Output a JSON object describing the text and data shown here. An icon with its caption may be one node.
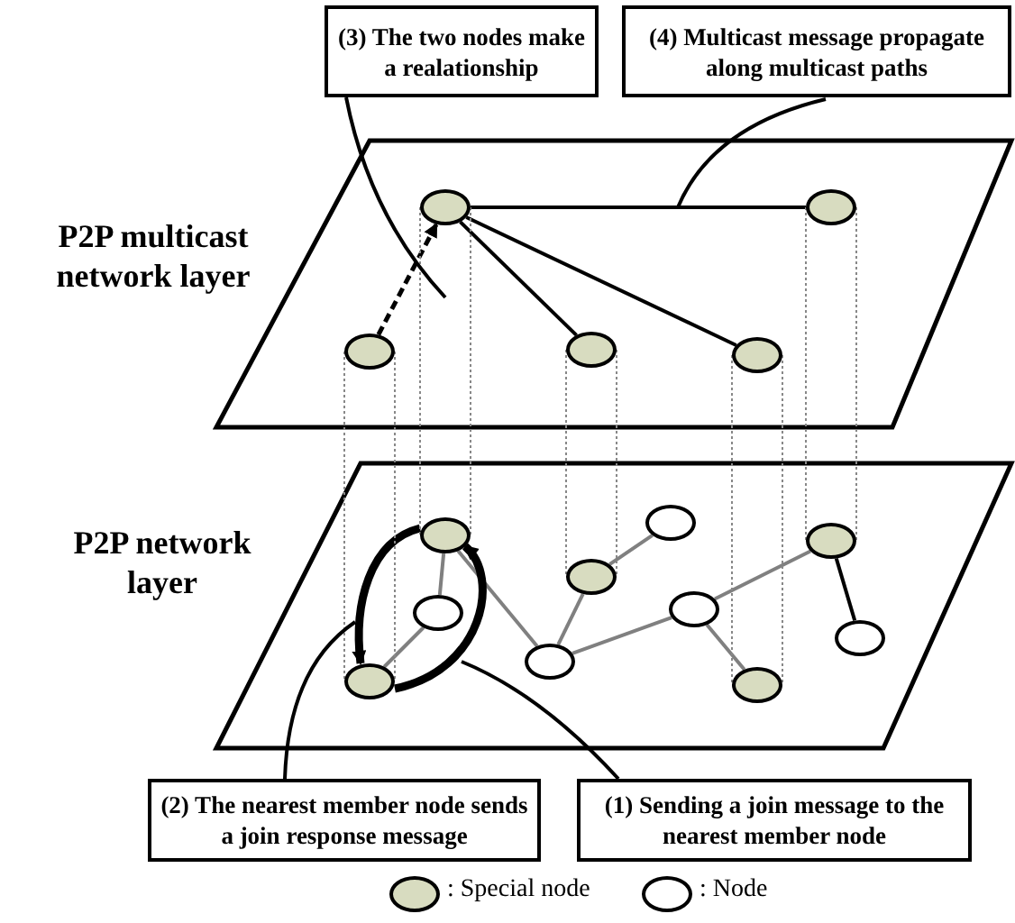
{
  "diagram": {
    "nodes": [
      {
        "text": [
          "(3) The two nodes make a realationship"
        ]
      },
      {
        "text": [
          "(4) Multicast message propagate along multicast paths"
        ]
      },
      {
        "text": [
          "P2P multicast network layer"
        ]
      },
      {
        "text": [],
        "shape": "ellipse",
        "in": 2
      },
      {
        "text": [],
        "shape": "ellipse",
        "in": 2
      },
      {
        "text": [],
        "shape": "ellipse",
        "in": 2
      },
      {
        "text": [],
        "shape": "ellipse",
        "in": 2
      },
      {
        "text": [],
        "shape": "ellipse",
        "in": 2
      },
      {
        "text": [
          "P2P network layer"
        ]
      },
      {
        "text": [],
        "shape": "ellipse",
        "in": 8
      },
      {
        "text": [],
        "shape": "ellipse",
        "in": 8
      },
      {
        "text": [],
        "shape": "ellipse",
        "in": 8
      },
      {
        "text": [],
        "shape": "ellipse",
        "in": 8
      },
      {
        "text": [],
        "shape": "ellipse",
        "in": 8
      },
      {
        "text": [],
        "shape": "ellipse",
        "in": 8
      },
      {
        "text": [],
        "shape": "ellipse",
        "in": 8
      },
      {
        "text": [],
        "shape": "ellipse",
        "in": 8
      },
      {
        "text": [],
        "shape": "ellipse",
        "in": 8
      },
      {
        "text": [],
        "shape": "ellipse",
        "in": 8
      },
      {
        "text": [
          "(2) The nearest member node sends a join response message"
        ]
      },
      {
        "text": [
          "(1) Sending a join message to the nearest member node"
        ]
      }
    ],
    "edges": [
      {
        "from": 5,
        "to": 3,
        "arrow": "to",
        "style": "dashed"
      },
      {
        "from": 3,
        "to": 4,
        "arrow": "none"
      },
      {
        "from": 3,
        "to": 6,
        "arrow": "none"
      },
      {
        "from": 3,
        "to": 7,
        "arrow": "none"
      },
      {
        "from": 9,
        "to": 14,
        "arrow": "none",
        "color": "#808080"
      },
      {
        "from": 14,
        "to": 17,
        "arrow": "none",
        "color": "#808080"
      },
      {
        "from": 9,
        "to": 16,
        "arrow": "none",
        "color": "#808080"
      },
      {
        "from": 12,
        "to": 10,
        "arrow": "none",
        "color": "#808080"
      },
      {
        "from": 12,
        "to": 16,
        "arrow": "none",
        "color": "#808080"
      },
      {
        "from": 16,
        "to": 13,
        "arrow": "none",
        "color": "#808080"
      },
      {
        "from": 13,
        "to": 11,
        "arrow": "none",
        "color": "#808080"
      },
      {
        "from": 13,
        "to": 18,
        "arrow": "none",
        "color": "#808080"
      },
      {
        "from": 11,
        "to": 15,
        "arrow": "none"
      },
      {
        "from": 17,
        "to": 9,
        "arrow": "to",
        "style": "thick"
      },
      {
        "from": 9,
        "to": 17,
        "arrow": "to",
        "style": "thick"
      },
      {
        "from": 3,
        "to": 9,
        "arrow": "none",
        "style": "dashed",
        "color": "#888888"
      },
      {
        "from": 4,
        "to": 11,
        "arrow": "none",
        "style": "dashed",
        "color": "#888888"
      },
      {
        "from": 5,
        "to": 17,
        "arrow": "none",
        "style": "dashed",
        "color": "#888888"
      },
      {
        "from": 6,
        "to": 12,
        "arrow": "none",
        "style": "dashed",
        "color": "#888888"
      },
      {
        "from": 7,
        "to": 18,
        "arrow": "none",
        "style": "dashed",
        "color": "#888888"
      },
      {
        "from": 0,
        "to": null,
        "arrow": "none"
      },
      {
        "from": 1,
        "to": null,
        "arrow": "none"
      },
      {
        "from": 19,
        "to": null,
        "arrow": "none"
      },
      {
        "from": 20,
        "to": null,
        "arrow": "none"
      }
    ],
    "legend": [
      {
        "text": ": Special node"
      },
      {
        "text": ": Node"
      }
    ]
  }
}
